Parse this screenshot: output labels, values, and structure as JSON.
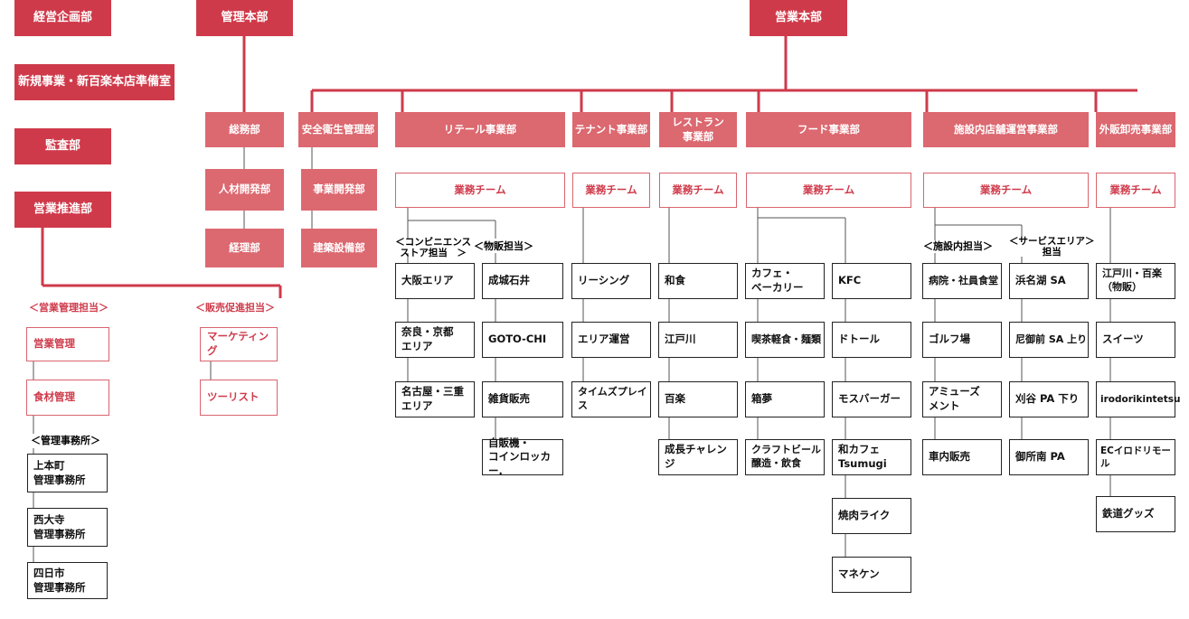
{
  "left": {
    "keiei": "経営企画部",
    "shinki": "新規事業・新百楽本店準備室",
    "kansa": "監査部",
    "eigyo_suishin": "営業推進部",
    "group_kanri": "＜営業管理担当＞",
    "group_hanbai": "＜販売促進担当＞",
    "eigyo_kanri": "営業管理",
    "shokuzai": "食材管理",
    "marketing": "マーケティング",
    "tourist": "ツーリスト",
    "jimusho_label": "＜管理事務所＞",
    "jimusho": [
      "上本町\n管理事務所",
      "西大寺\n管理事務所",
      "四日市\n管理事務所"
    ]
  },
  "kanri": {
    "head": "管理本部",
    "items": [
      "総務部",
      "人材開発部",
      "経理部"
    ]
  },
  "eigyo": {
    "head": "営業本部",
    "anzen": "安全衛生管理部",
    "anzen_items": [
      "事業開発部",
      "建築設備部"
    ],
    "retail": "リテール事業部",
    "tenant": "テナント事業部",
    "restaurant": "レストラン\n事業部",
    "food": "フード事業部",
    "shisetsu": "施設内店舗運営事業部",
    "gaihan": "外販卸売事業部",
    "team": "業務チーム",
    "retail_cvs_label": "＜コンビニエンス　\nストア担当　＞",
    "retail_buppan_label": "＜物販担当＞",
    "retail_cvs": [
      "大阪エリア",
      "奈良・京都\nエリア",
      "名古屋・三重\nエリア"
    ],
    "retail_buppan": [
      "成城石井",
      "GOTO-CHI",
      "雑貨販売",
      "自販機・\nコインロッカー."
    ],
    "tenant_items": [
      "リーシング",
      "エリア運営",
      "タイムズプレイス"
    ],
    "restaurant_items": [
      "和食",
      "江戸川",
      "百楽",
      "成長チャレンジ"
    ],
    "food_left": [
      "カフェ・\nベーカリー",
      "喫茶軽食・麺類",
      "箱夢",
      "クラフトビール\n醸造・飲食"
    ],
    "food_right": [
      "KFC",
      "ドトール",
      "モスバーガー",
      "和カフェ\nTsumugi",
      "焼肉ライク",
      "マネケン"
    ],
    "shisetsu_label_a": "＜施設内担当＞",
    "shisetsu_label_b": "＜サービスエリア＞\n担当",
    "shisetsu_a": [
      "病院・社員食堂",
      "ゴルフ場",
      "アミューズ\nメント",
      "車内販売"
    ],
    "shisetsu_b": [
      "浜名湖 SA",
      "尼御前 SA 上り",
      "刈谷 PA 下り",
      "御所南 PA"
    ],
    "gaihan_items": [
      "江戸川・百楽\n（物販）",
      "スイーツ",
      "irodorikintetsu",
      "ECイロドリモール",
      "鉄道グッズ"
    ]
  },
  "colors": {
    "dark": "#cf3a4a",
    "mid": "#dc6870",
    "line": "#cf3a4a"
  }
}
